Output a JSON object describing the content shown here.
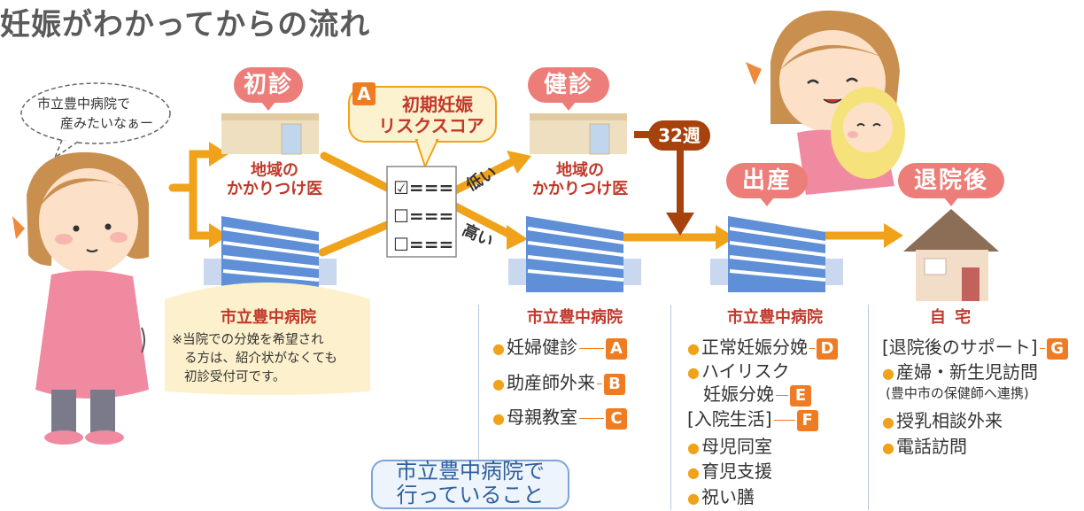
{
  "title": "妊娠がわかってからの流れ",
  "speech": {
    "line1": "市立豊中病院で",
    "line2": "産みたいなぁー"
  },
  "stages": {
    "first_visit": "初診",
    "checkup": "健診",
    "delivery": "出産",
    "after_discharge": "退院後"
  },
  "risk_score": {
    "badge": "A",
    "line1": "初期妊娠",
    "line2": "リスクスコア"
  },
  "clinic_label": {
    "line1": "地域の",
    "line2": "かかりつけ医"
  },
  "hospital_name": "市立豊中病院",
  "home_label": "自 宅",
  "week_label": "32週",
  "risk_low": "低い",
  "risk_high": "高い",
  "checklist": {
    "row1": "☑===",
    "row2": "☐===",
    "row3": "☐==="
  },
  "note": {
    "line1": "※当院での分娩を希望され",
    "line2": "る方は、紹介状がなくても",
    "line3": "初診受付可です。"
  },
  "services_checkup": [
    {
      "label": "妊婦健診",
      "badge": "A"
    },
    {
      "label": "助産師外来",
      "badge": "B"
    },
    {
      "label": "母親教室",
      "badge": "C"
    }
  ],
  "services_delivery": {
    "normal": {
      "label": "正常妊娠分娩",
      "badge": "D"
    },
    "high_risk": {
      "line1": "ハイリスク",
      "line2": "妊娠分娩",
      "badge": "E"
    },
    "stay": {
      "label": "[入院生活]",
      "badge": "F"
    },
    "stay_items": [
      "母児同室",
      "育児支援",
      "祝い膳"
    ]
  },
  "services_home": {
    "support": {
      "label": "[退院後のサポート]",
      "badge": "G"
    },
    "visit": {
      "line1": "産婦・新生児訪問",
      "line2": "(豊中市の保健師へ連携)"
    },
    "items": [
      "授乳相談外来",
      "電話訪問"
    ]
  },
  "box": {
    "line1": "市立豊中病院で",
    "line2": "行っていること"
  },
  "colors": {
    "arrow": "#f0a31a",
    "pill": "#ec7d78",
    "label_red": "#c0392b",
    "badge": "#ef7b22",
    "week_arrow": "#a8420c",
    "building_blue": "#5f8fd6"
  }
}
